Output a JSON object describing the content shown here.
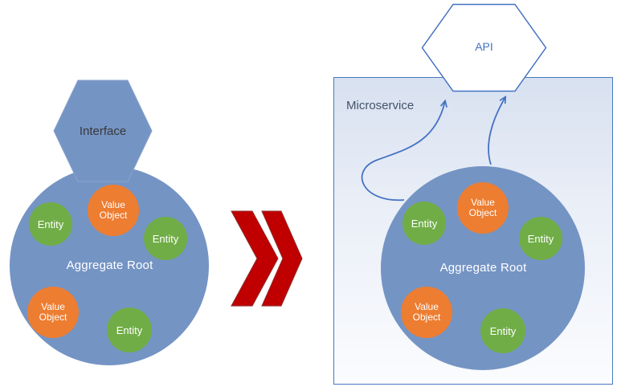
{
  "colors": {
    "aggregate_blue": "#7494c4",
    "entity_green": "#70ad47",
    "value_object_orange": "#ed7d31",
    "chevron_red": "#c00000",
    "outline_blue": "#4472c4",
    "microservice_text": "#44546a"
  },
  "left_group": {
    "interface_label": "Interface",
    "aggregate_label": "Aggregate Root",
    "nodes": [
      {
        "type": "entity",
        "label": "Entity"
      },
      {
        "type": "value-object",
        "label": "Value Object"
      },
      {
        "type": "entity",
        "label": "Entity"
      },
      {
        "type": "value-object",
        "label": "Value Object"
      },
      {
        "type": "entity",
        "label": "Entity"
      }
    ]
  },
  "transition": {
    "icon": "double-chevron-right-icon"
  },
  "right_group": {
    "container_label": "Microservice",
    "api_label": "API",
    "aggregate_label": "Aggregate Root",
    "nodes": [
      {
        "type": "entity",
        "label": "Entity"
      },
      {
        "type": "value-object",
        "label": "Value Object"
      },
      {
        "type": "entity",
        "label": "Entity"
      },
      {
        "type": "value-object",
        "label": "Value Object"
      },
      {
        "type": "entity",
        "label": "Entity"
      }
    ]
  }
}
